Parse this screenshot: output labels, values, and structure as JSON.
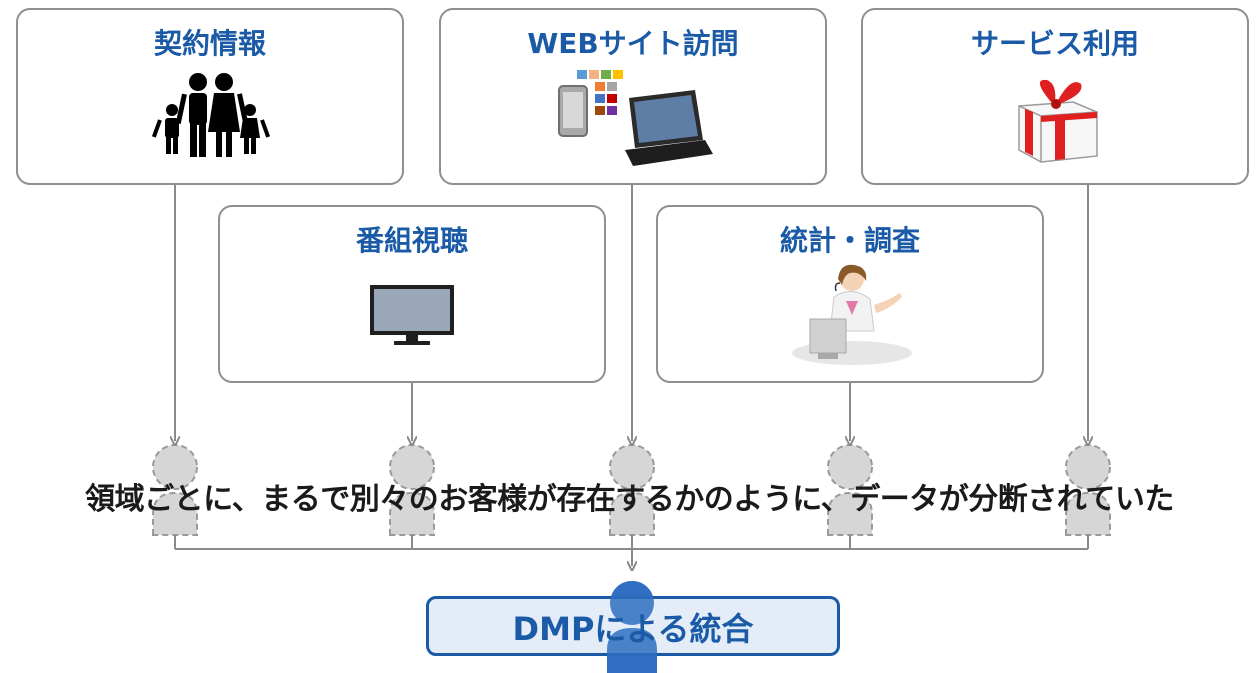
{
  "sources": {
    "contract": {
      "title": "契約情報",
      "icon": "family-icon"
    },
    "web_visit": {
      "title": "WEBサイト訪問",
      "icon": "devices-icon"
    },
    "service_use": {
      "title": "サービス利用",
      "icon": "gift-icon"
    },
    "program_viewing": {
      "title": "番組視聴",
      "icon": "tv-monitor-icon"
    },
    "statistics_survey": {
      "title": "統計・調査",
      "icon": "operator-icon"
    }
  },
  "caption": "領域ごとに、まるで別々のお客様が存在するかのように、データが分断されていた",
  "integration": {
    "label": "DMPによる統合"
  },
  "colors": {
    "accent_blue": "#1a5aa6",
    "box_border": "#8f8f8f",
    "connector": "#8a8a8a",
    "customer_fill": "#d6d6d6",
    "dmp_fill": "#e4edf7"
  }
}
